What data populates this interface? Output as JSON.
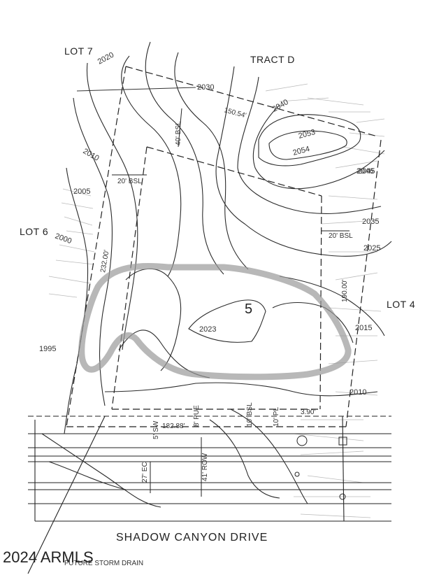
{
  "labels": {
    "lot7": "LOT 7",
    "tract_d": "TRACT D",
    "lot6": "LOT 6",
    "lot4": "LOT 4",
    "lot_number": "5",
    "road": "SHADOW CANYON DRIVE",
    "storm_drain": "FUTURE STORM DRAIN",
    "watermark": "2024 ARMLS"
  },
  "contours": [
    "2020",
    "2030",
    "2040",
    "2045",
    "2053",
    "2054",
    "2046",
    "2035",
    "2025",
    "2015",
    "2010",
    "2023",
    "2010",
    "2005",
    "2000",
    "1995"
  ],
  "setbacks": {
    "rear": "40' BSL",
    "side_left": "20' BSL",
    "side_right": "20' BSL",
    "front_bsl": "10' BSL",
    "front_pue": "8' PUE",
    "front_pl": "10' PL",
    "sw": "5' SW",
    "ec": "27' EC",
    "row": "41' ROW"
  },
  "dimensions": {
    "north": "150.54'",
    "west": "232.00'",
    "east": "190.00'",
    "south": "182.88'",
    "small": "3.90'"
  }
}
